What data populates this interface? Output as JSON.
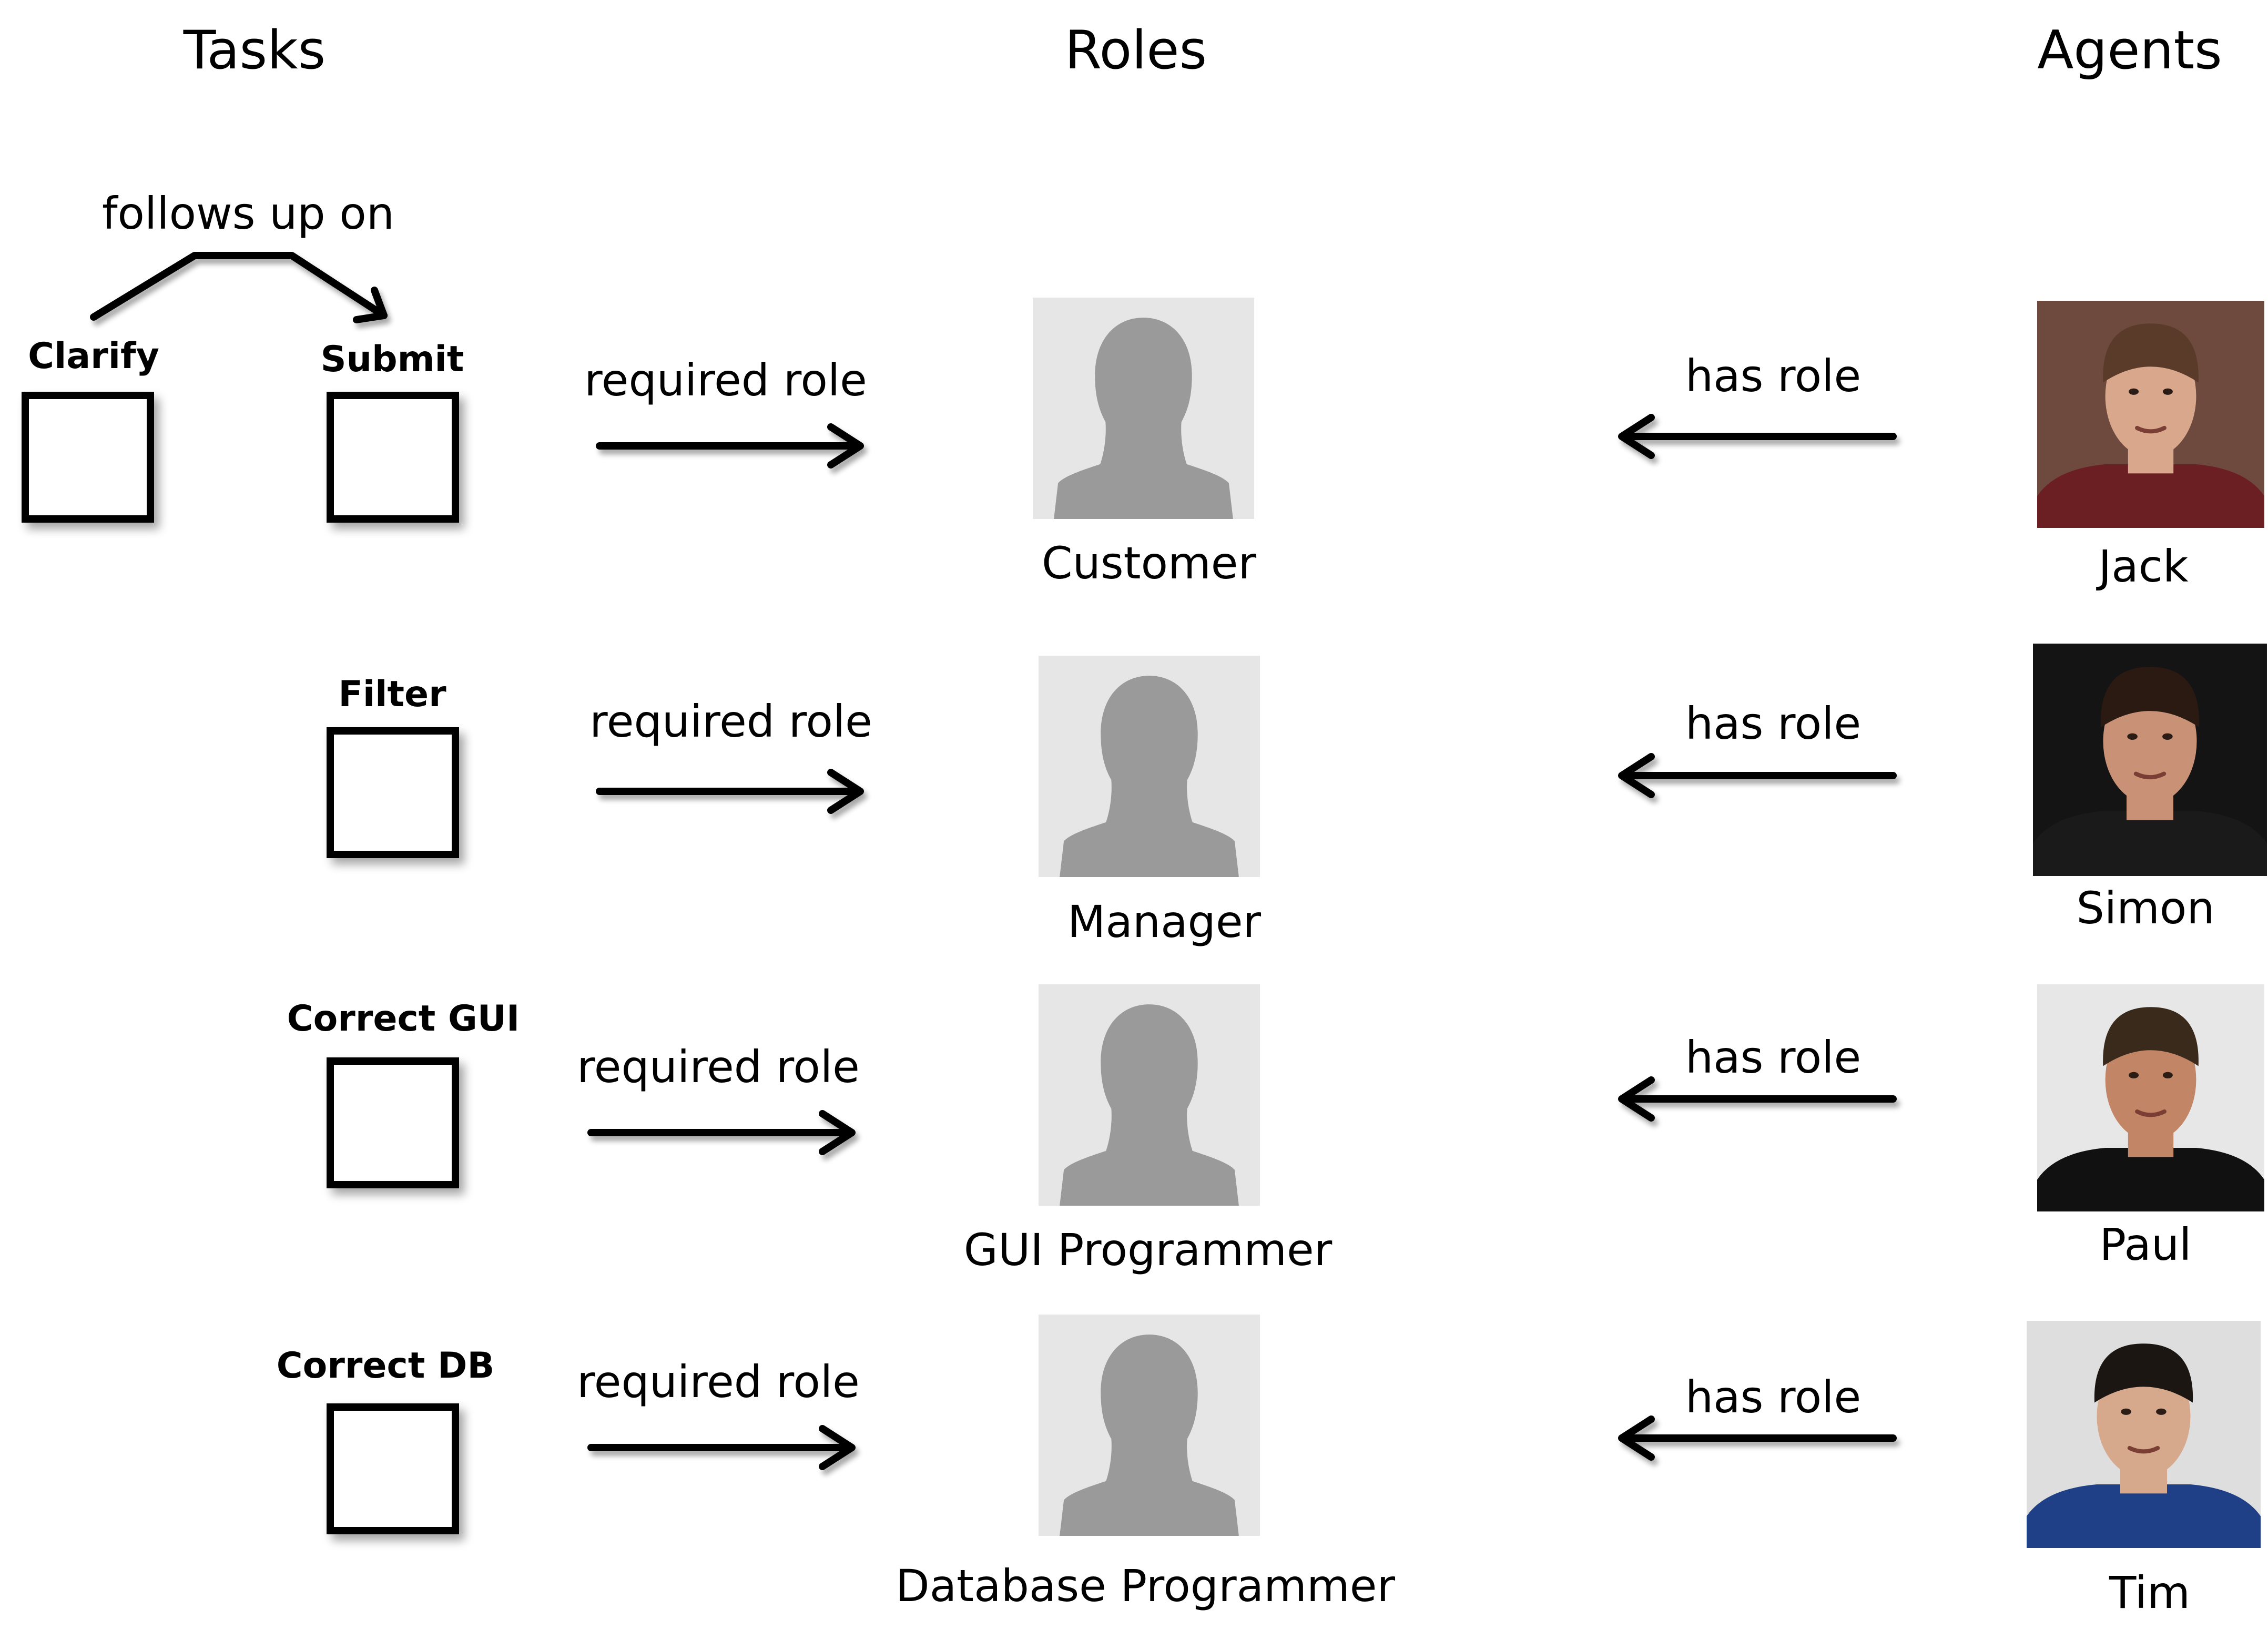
{
  "headers": {
    "tasks": "Tasks",
    "roles": "Roles",
    "agents": "Agents"
  },
  "relation_labels": {
    "follows_up_on": "follows up on",
    "required_role": "required role",
    "has_role": "has role"
  },
  "tasks": [
    {
      "name": "Clarify"
    },
    {
      "name": "Submit"
    },
    {
      "name": "Filter"
    },
    {
      "name": "Correct GUI"
    },
    {
      "name": "Correct DB"
    }
  ],
  "roles": [
    {
      "name": "Customer"
    },
    {
      "name": "Manager"
    },
    {
      "name": "GUI Programmer"
    },
    {
      "name": "Database Programmer"
    }
  ],
  "agents": [
    {
      "name": "Jack",
      "photo_bg": "#6e4a3e",
      "skin": "#d9a88c",
      "hair": "#5a3a28",
      "shirt": "#6b1f22"
    },
    {
      "name": "Simon",
      "photo_bg": "#141414",
      "skin": "#c99276",
      "hair": "#2a1a12",
      "shirt": "#1a1a1a"
    },
    {
      "name": "Paul",
      "photo_bg": "#e7e7e7",
      "skin": "#c28666",
      "hair": "#3a2a1c",
      "shirt": "#111111"
    },
    {
      "name": "Tim",
      "photo_bg": "#dedede",
      "skin": "#d7a98c",
      "hair": "#1c1612",
      "shirt": "#1f3f86"
    }
  ],
  "colors": {
    "stroke": "#000000",
    "placeholder_bg": "#e6e6e6",
    "silhouette": "#9a9a9a"
  }
}
